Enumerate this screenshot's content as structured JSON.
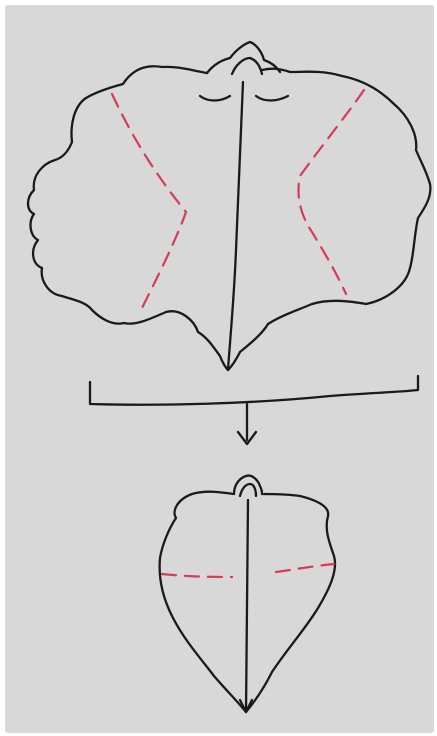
{
  "figure": {
    "background_color": "#d8d8d8",
    "outline_color": "#1a1a1a",
    "fold_line_color": "#d93a56",
    "fold_line_style": "dashed",
    "steps": [
      {
        "shape": "large-leaf",
        "fold_lines": 2
      },
      {
        "shape": "folded-leaf",
        "fold_lines": 1
      }
    ],
    "connector": "bracket-with-down-arrow"
  }
}
